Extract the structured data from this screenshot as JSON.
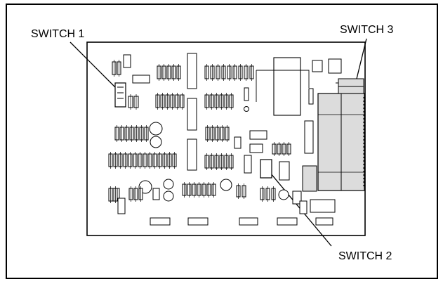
{
  "callouts": {
    "switch1": "SWITCH 1",
    "switch2": "SWITCH 2",
    "switch3": "SWITCH 3"
  },
  "colors": {
    "ink": "#000000",
    "panel": "#dcdcdc",
    "board": "#ffffff"
  }
}
